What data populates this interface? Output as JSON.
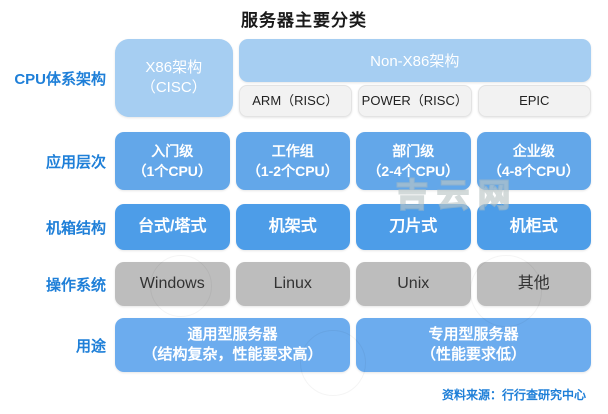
{
  "title": "服务器主要分类",
  "watermark": "吉云网",
  "source": "资料来源：行行查研究中心",
  "colors": {
    "label_text": "#1e7fd8",
    "row_cpu_box": "#a6cef2",
    "row_cpu_sub_box": "#f2f2f2",
    "row_application_box": "#63a7e9",
    "row_chassis_box": "#4d9de8",
    "row_os_box": "#bdbdbd",
    "row_usage_box": "#6cacee",
    "title_text": "#1a1a1a"
  },
  "rows": {
    "cpu": {
      "label": "CPU体系架构",
      "x86": {
        "line1": "X86架构",
        "line2": "（CISC）"
      },
      "non_x86": "Non-X86架构",
      "sub": [
        "ARM（RISC）",
        "POWER（RISC）",
        "EPIC"
      ]
    },
    "application": {
      "label": "应用层次",
      "items": [
        {
          "line1": "入门级",
          "line2": "（1个CPU）"
        },
        {
          "line1": "工作组",
          "line2": "（1-2个CPU）"
        },
        {
          "line1": "部门级",
          "line2": "（2-4个CPU）"
        },
        {
          "line1": "企业级",
          "line2": "（4-8个CPU）"
        }
      ]
    },
    "chassis": {
      "label": "机箱结构",
      "items": [
        "台式/塔式",
        "机架式",
        "刀片式",
        "机柜式"
      ]
    },
    "os": {
      "label": "操作系统",
      "items": [
        "Windows",
        "Linux",
        "Unix",
        "其他"
      ]
    },
    "usage": {
      "label": "用途",
      "items": [
        {
          "line1": "通用型服务器",
          "line2": "（结构复杂，性能要求高）"
        },
        {
          "line1": "专用型服务器",
          "line2": "（性能要求低）"
        }
      ]
    }
  }
}
